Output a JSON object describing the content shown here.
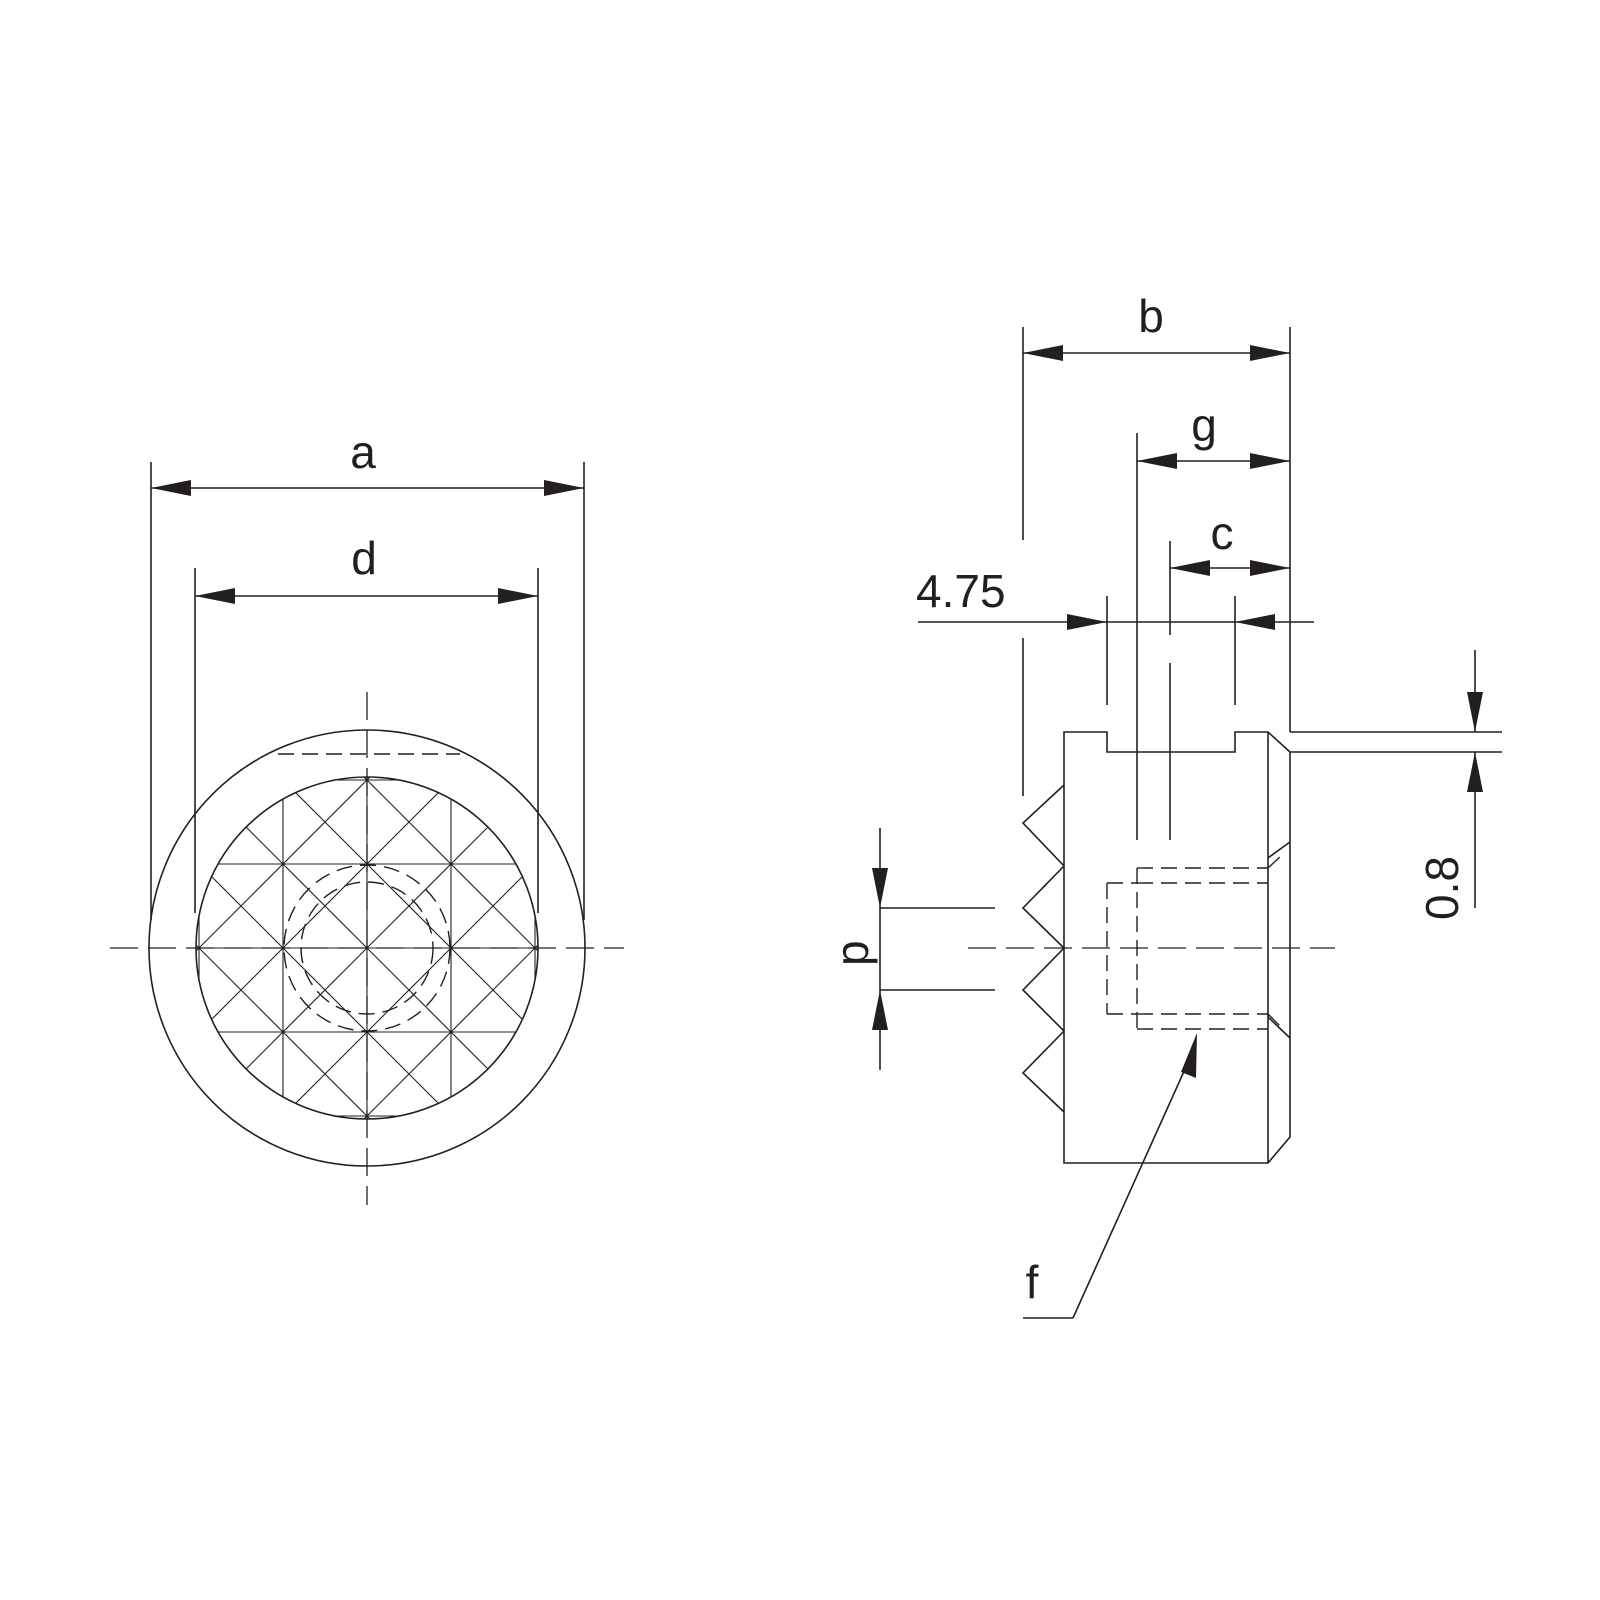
{
  "diagram": {
    "stroke_color": "#231f20",
    "background": "#ffffff",
    "labels": {
      "a": "a",
      "d": "d",
      "b": "b",
      "g": "g",
      "c": "c",
      "dim_475": "4.75",
      "dim_08": "0.8",
      "p": "p",
      "f": "f"
    }
  }
}
